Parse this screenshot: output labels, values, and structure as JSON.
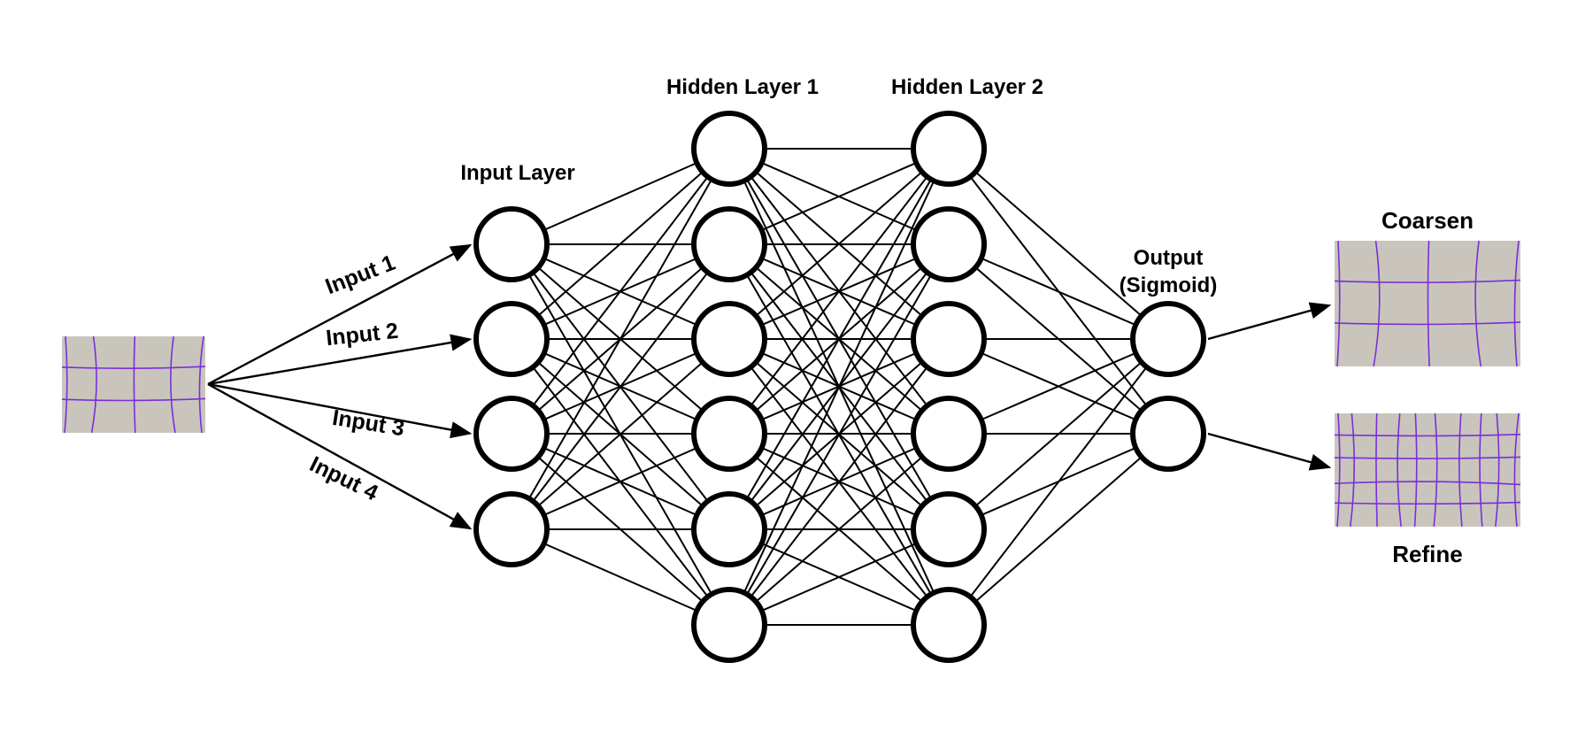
{
  "colors": {
    "mesh_fill": "#c9c5bd",
    "mesh_line": "#7a2fd8",
    "stroke": "#000000"
  },
  "layers": {
    "input": {
      "label": "Input Layer",
      "neurons": 4
    },
    "hidden1": {
      "label": "Hidden Layer 1",
      "neurons": 6
    },
    "hidden2": {
      "label": "Hidden Layer 2",
      "neurons": 6
    },
    "output": {
      "label_line1": "Output",
      "label_line2": "(Sigmoid)",
      "neurons": 2
    }
  },
  "inputs": [
    "Input 1",
    "Input 2",
    "Input 3",
    "Input 4"
  ],
  "outputs": {
    "coarsen": "Coarsen",
    "refine": "Refine"
  }
}
